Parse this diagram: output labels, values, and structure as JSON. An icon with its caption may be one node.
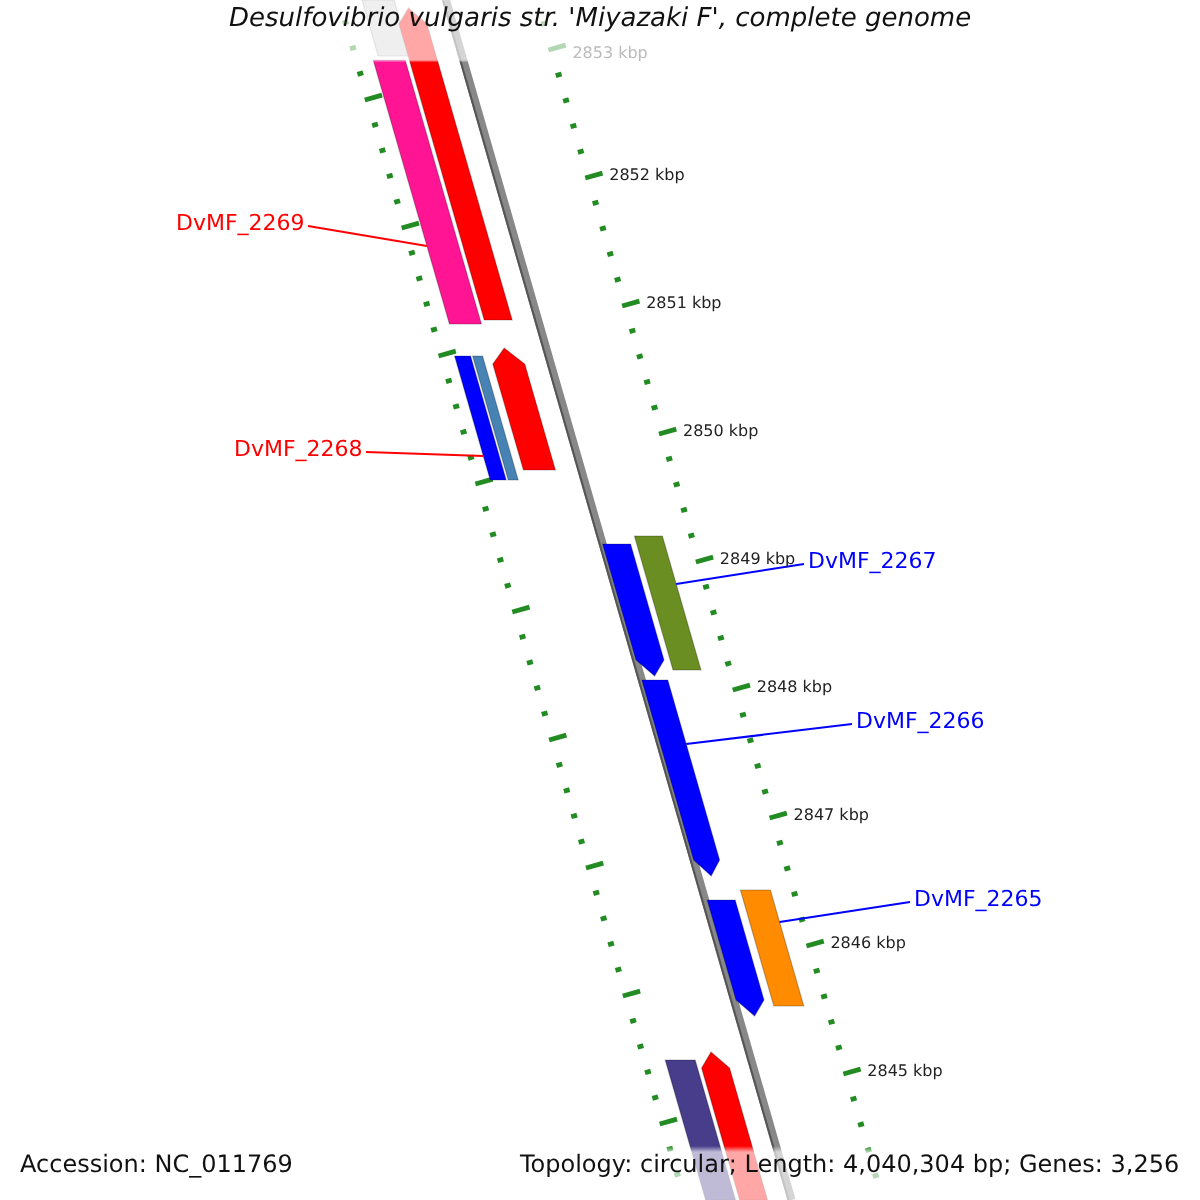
{
  "diagram": {
    "title": "Desulfovibrio vulgaris str. 'Miyazaki F', complete genome",
    "nodes": [
      {
        "text": [
          "DvMF_2269"
        ]
      },
      {
        "text": [],
        "shape": "bar"
      },
      {
        "text": [],
        "shape": "bar"
      },
      {
        "text": [],
        "shape": "bar"
      },
      {
        "text": [
          "DvMF_2268"
        ]
      },
      {
        "text": [],
        "shape": "bar"
      },
      {
        "text": [],
        "shape": "bar"
      },
      {
        "text": [],
        "shape": "bar"
      },
      {
        "text": [],
        "shape": "bar"
      },
      {
        "text": [],
        "shape": "bar"
      },
      {
        "text": [
          "DvMF_2267"
        ]
      },
      {
        "text": [],
        "shape": "bar"
      },
      {
        "text": [
          "DvMF_2266"
        ]
      },
      {
        "text": [],
        "shape": "bar"
      },
      {
        "text": [],
        "shape": "bar"
      },
      {
        "text": [
          "DvMF_2265"
        ]
      },
      {
        "text": [],
        "shape": "bar"
      },
      {
        "text": [],
        "shape": "bar"
      }
    ],
    "edges": [
      {
        "from": 0,
        "to": 2,
        "arrow": "none",
        "color": "#ff0000"
      },
      {
        "from": 4,
        "to": 5,
        "arrow": "none",
        "color": "#ff0000"
      },
      {
        "from": 10,
        "to": 9,
        "arrow": "none",
        "color": "#0000ff"
      },
      {
        "from": 12,
        "to": 11,
        "arrow": "none",
        "color": "#0000ff"
      },
      {
        "from": 15,
        "to": 14,
        "arrow": "none",
        "color": "#0000ff"
      }
    ],
    "labels": [
      "2853 kbp",
      "2852 kbp",
      "2851 kbp",
      "2850 kbp",
      "2849 kbp",
      "2848 kbp",
      "2847 kbp",
      "2846 kbp",
      "2845 kbp",
      "Accession: NC_011769",
      "Topology: circular; Length: 4,040,304 bp; Genes: 3,256"
    ]
  }
}
